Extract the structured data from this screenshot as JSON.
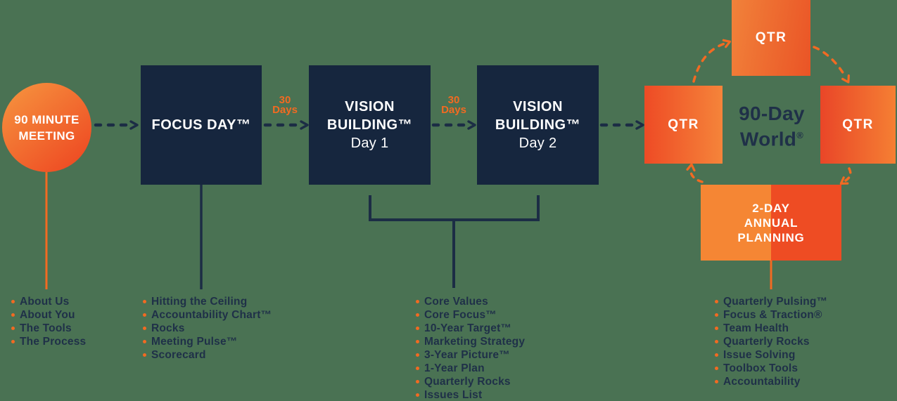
{
  "page": {
    "background": "#4a7253"
  },
  "colors": {
    "navy": "#16263e",
    "navy_text": "#1f3048",
    "orange": "#f26a22",
    "orange_light": "#f58634",
    "orange_red": "#ee4c23",
    "white": "#ffffff"
  },
  "process": {
    "meeting": {
      "title": "90 MINUTE MEETING"
    },
    "focus_day": {
      "title": "FOCUS DAY™"
    },
    "interval1": {
      "value": "30",
      "unit": "Days"
    },
    "vision_day1": {
      "title": "VISION BUILDING™",
      "subtitle": "Day 1"
    },
    "interval2": {
      "value": "30",
      "unit": "Days"
    },
    "vision_day2": {
      "title": "VISION BUILDING™",
      "subtitle": "Day 2"
    }
  },
  "cycle": {
    "qtr_top": {
      "label": "QTR"
    },
    "qtr_left": {
      "label": "QTR"
    },
    "qtr_right": {
      "label": "QTR"
    },
    "center": {
      "line1": "90-Day",
      "line2": "World",
      "mark": "®"
    },
    "annual_planning": {
      "line1": "2-DAY",
      "line2": "ANNUAL",
      "line3": "PLANNING"
    }
  },
  "lists": {
    "meeting": [
      "About Us",
      "About You",
      "The Tools",
      "The Process"
    ],
    "focus_day": [
      "Hitting the Ceiling",
      "Accountability Chart™",
      "Rocks",
      "Meeting Pulse™",
      "Scorecard"
    ],
    "vision_building": [
      "Core Values",
      "Core Focus™",
      "10-Year Target™",
      "Marketing Strategy",
      "3-Year Picture™",
      "1-Year Plan",
      "Quarterly Rocks",
      "Issues List"
    ],
    "ninety_day_world": [
      "Quarterly Pulsing™",
      "Focus & Traction®",
      "Team Health",
      "Quarterly Rocks",
      "Issue Solving",
      "Toolbox Tools",
      "Accountability"
    ]
  }
}
